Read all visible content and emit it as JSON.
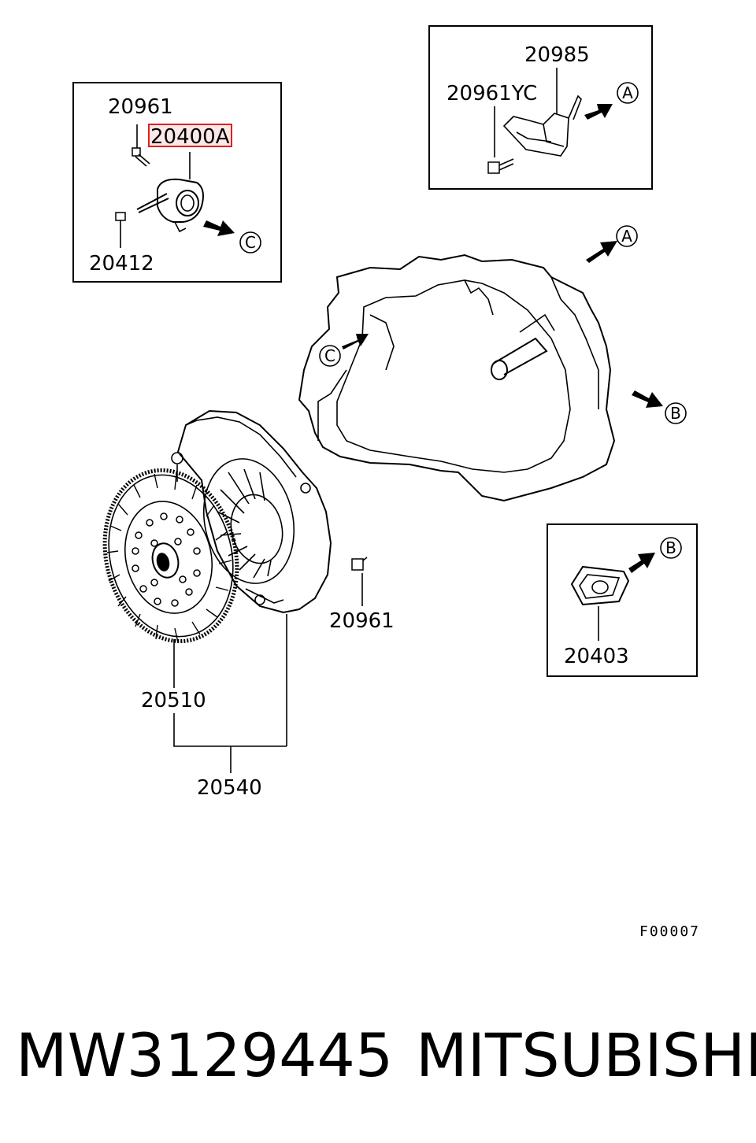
{
  "labels": {
    "bolt_20961_top": "20961",
    "highlighted_part": "20400A",
    "part_20412": "20412",
    "part_20985": "20985",
    "part_20961YC": "20961YC",
    "bolt_20961_mid": "20961",
    "part_20403": "20403",
    "part_20510": "20510",
    "part_20540": "20540",
    "figure_code": "F00007"
  },
  "callouts": {
    "a": "A",
    "b": "B",
    "c": "C"
  },
  "footer": {
    "part_number": "MW3129445",
    "brand": "MITSUBISHI"
  },
  "colors": {
    "highlight_border": "#e02020",
    "highlight_fill": "#fde8e8",
    "line": "#000000"
  }
}
